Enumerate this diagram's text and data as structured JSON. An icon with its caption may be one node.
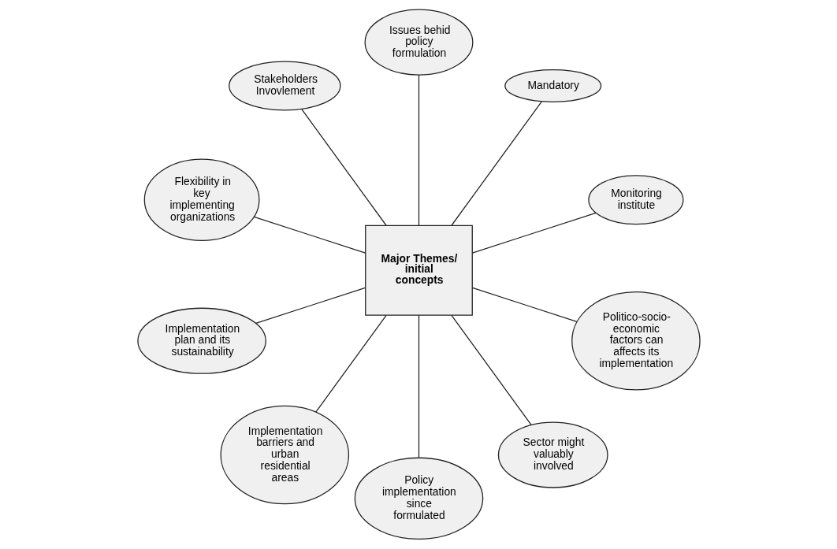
{
  "diagram": {
    "nodes": [
      {
        "text": [
          "Major Themes/ initial concepts"
        ]
      },
      {
        "text": [
          "Monitoring institute"
        ]
      },
      {
        "text": [
          "Mandatory"
        ]
      },
      {
        "text": [
          "Issues behid policy formulation"
        ]
      },
      {
        "text": [
          "Stakeholders Invovlement"
        ]
      },
      {
        "text": [
          "Flexibility in key implementing organizations"
        ]
      },
      {
        "text": [
          "Implementation plan and its sustainability"
        ]
      },
      {
        "text": [
          "Implementation barriers and urban residential areas"
        ]
      },
      {
        "text": [
          "Policy implementation since formulated"
        ]
      },
      {
        "text": [
          "Sector might valuably involved"
        ]
      },
      {
        "text": [
          "Politico-socio-economic factors can affects its implementation"
        ]
      }
    ],
    "edges": [
      {
        "from": 0,
        "to": 1,
        "arrow": "none"
      },
      {
        "from": 0,
        "to": 2,
        "arrow": "none"
      },
      {
        "from": 0,
        "to": 3,
        "arrow": "none"
      },
      {
        "from": 0,
        "to": 4,
        "arrow": "none"
      },
      {
        "from": 0,
        "to": 5,
        "arrow": "none"
      },
      {
        "from": 0,
        "to": 6,
        "arrow": "none"
      },
      {
        "from": 0,
        "to": 7,
        "arrow": "none"
      },
      {
        "from": 0,
        "to": 8,
        "arrow": "none"
      },
      {
        "from": 0,
        "to": 9,
        "arrow": "none"
      },
      {
        "from": 0,
        "to": 10,
        "arrow": "none"
      }
    ]
  }
}
